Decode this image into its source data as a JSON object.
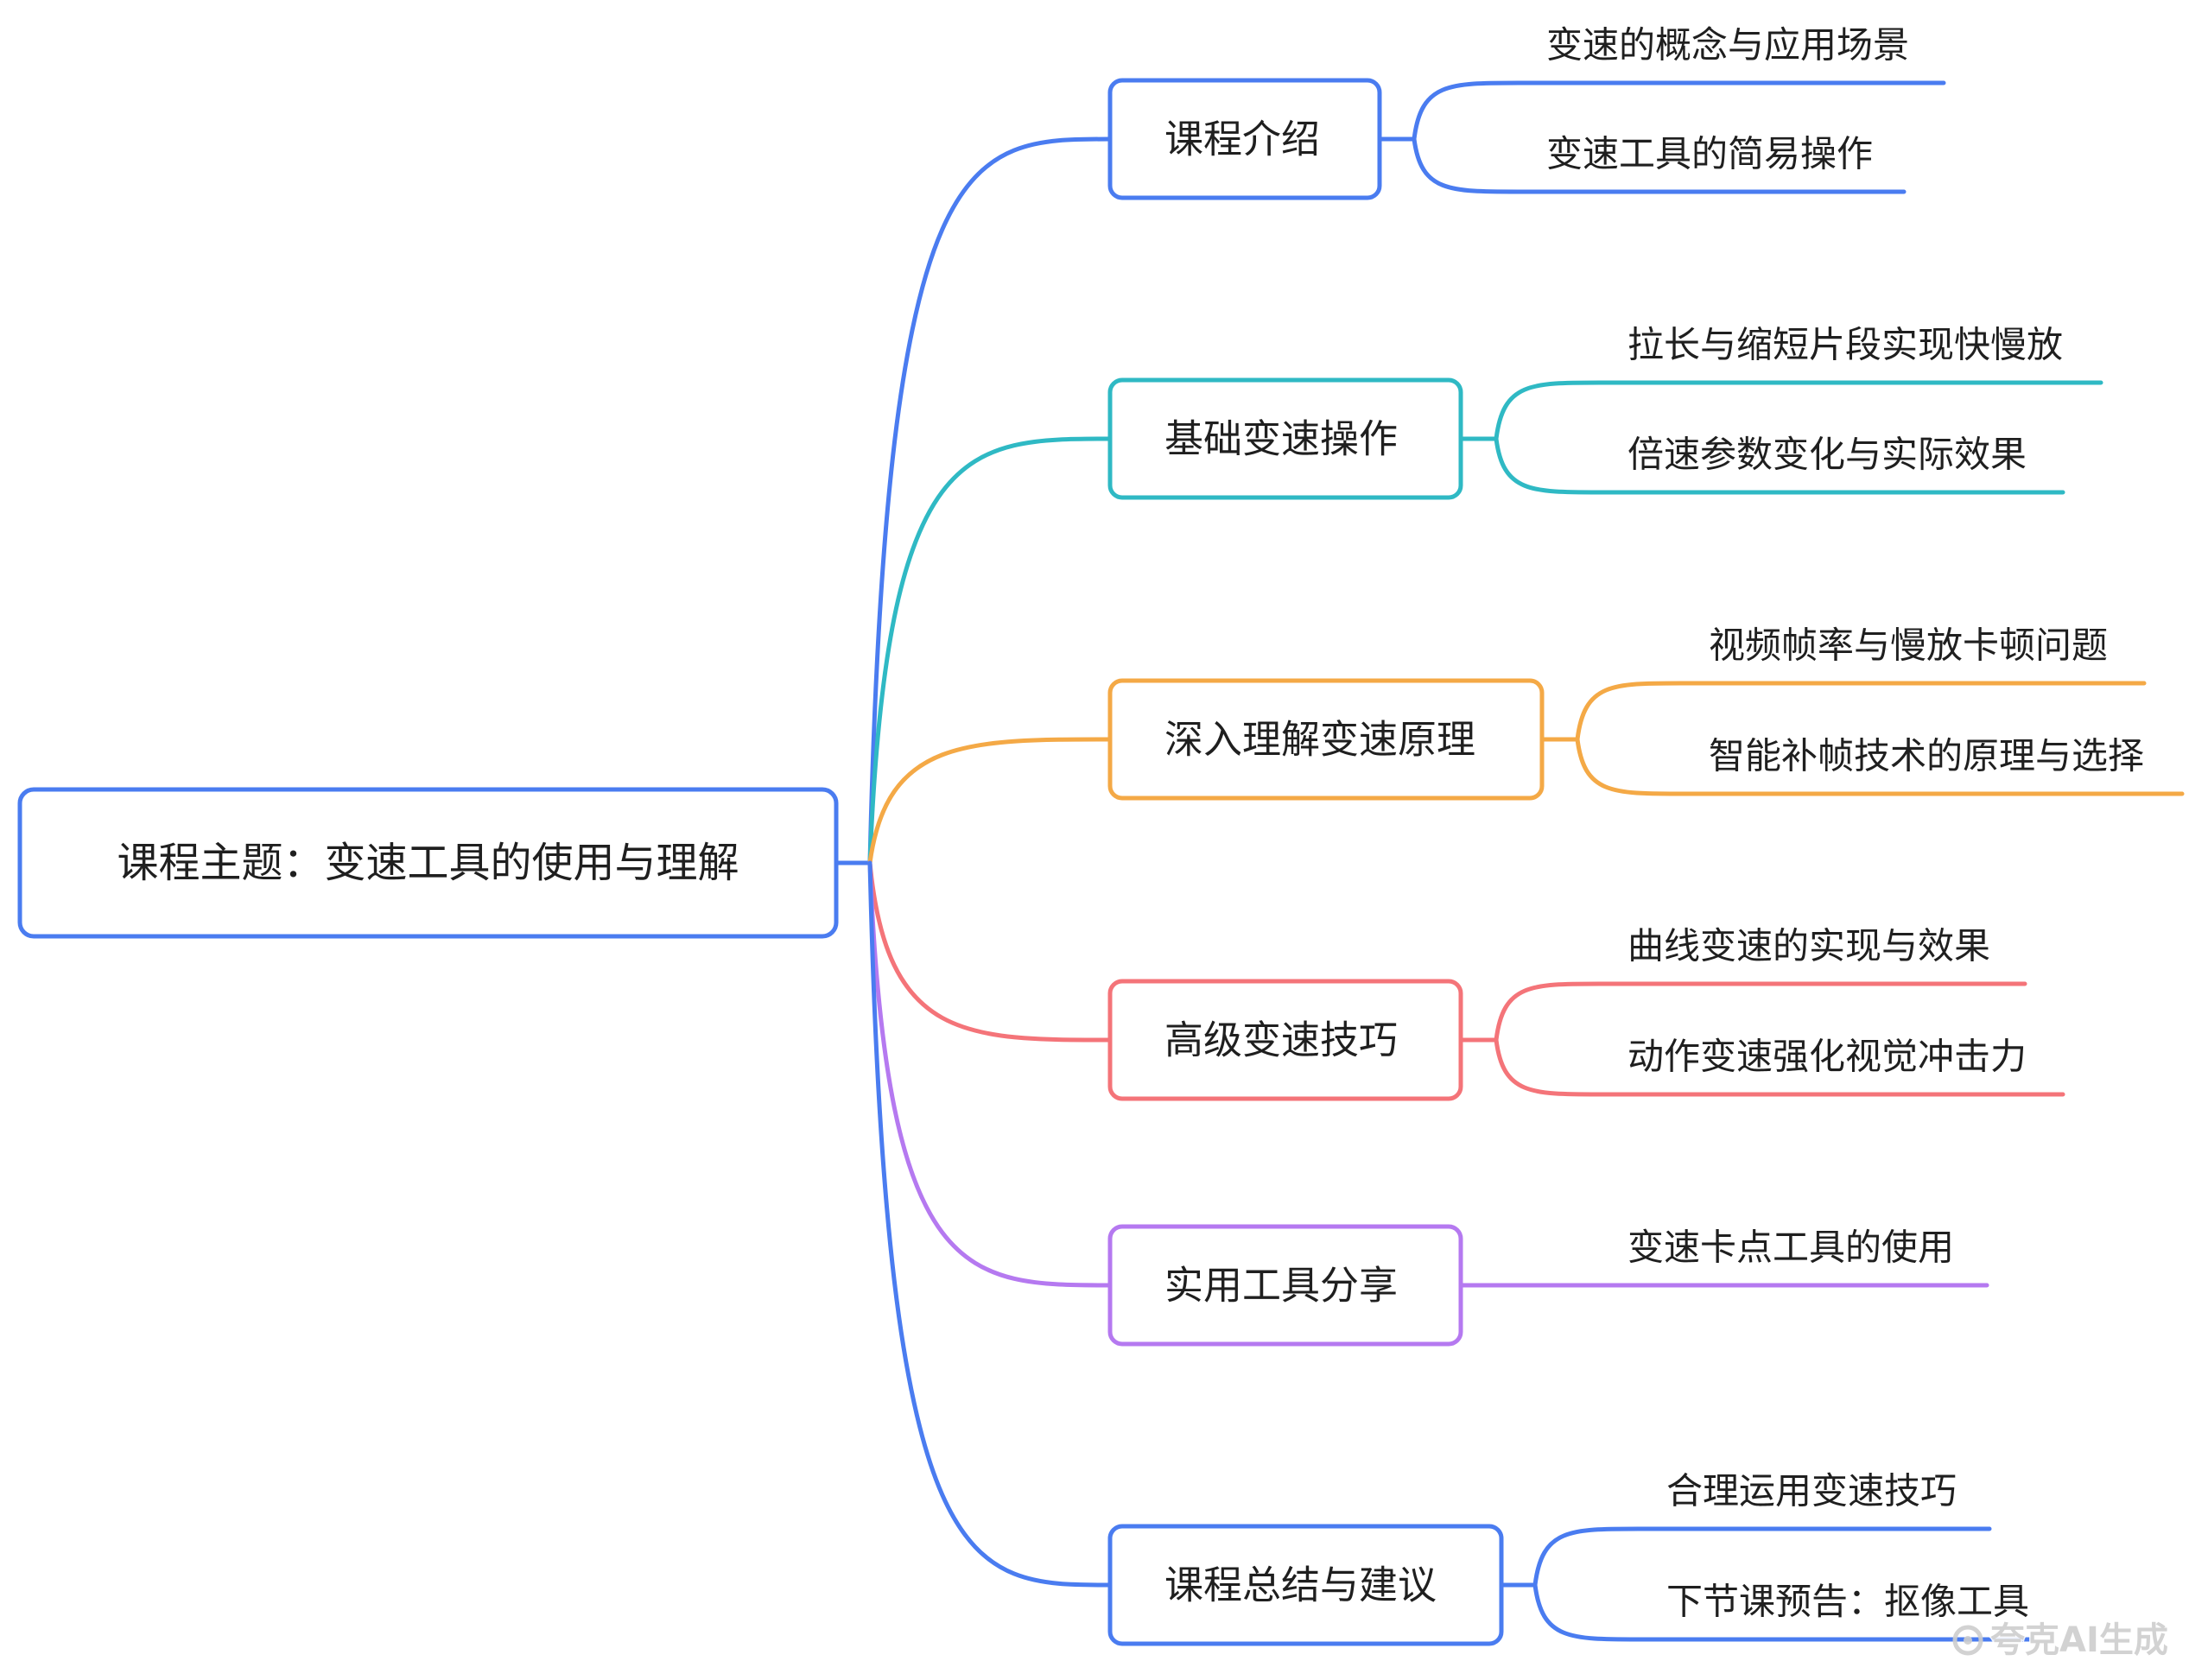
{
  "root": {
    "label": "课程主题：变速工具的使用与理解",
    "color": "#4A7CF0"
  },
  "branches": [
    {
      "label": "课程介绍",
      "color": "#4A7CF0",
      "leaves": [
        "变速的概念与应用场景",
        "变速工具的简易操作"
      ]
    },
    {
      "label": "基础变速操作",
      "color": "#2FB9C4",
      "leaves": [
        "拉长与缩短片段实现快慢放",
        "倍速参数变化与实际效果"
      ]
    },
    {
      "label": "深入理解变速原理",
      "color": "#F4A946",
      "leaves": [
        "视频帧率与慢放卡顿问题",
        "智能补帧技术的原理与选择"
      ]
    },
    {
      "label": "高级变速技巧",
      "color": "#F47479",
      "leaves": [
        "曲线变速的实现与效果",
        "动作变速强化视觉冲击力"
      ]
    },
    {
      "label": "实用工具分享",
      "color": "#B579F0",
      "leaves": [
        "变速卡点工具的使用"
      ]
    },
    {
      "label": "课程总结与建议",
      "color": "#4A7CF0",
      "leaves": [
        "合理运用变速技巧",
        "下节课预告：抠像工具"
      ]
    }
  ],
  "watermark": {
    "text": "夸克AI生成",
    "icon": "quark-logo-icon"
  }
}
